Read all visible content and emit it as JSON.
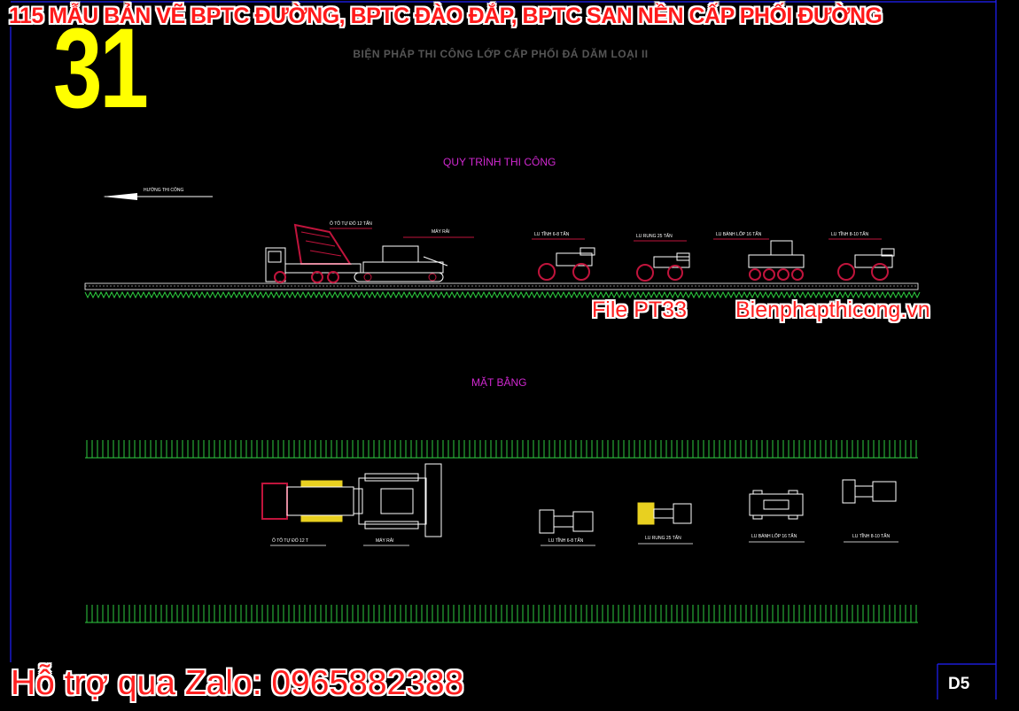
{
  "banner": "115 MẪU BẢN VẼ BPTC ĐƯỜNG, BPTC ĐÀO ĐẮP, BPTC SAN NỀN CẤP PHỐI ĐƯỜNG",
  "sheet_number_big": "31",
  "drawing_title": "BIỆN PHÁP THI CÔNG LỚP CẤP PHỐI ĐÁ DĂM LOẠI II",
  "section_process_title": "QUY TRÌNH THI CÔNG",
  "direction_label": "HƯỚNG THI CÔNG",
  "elevation_labels": {
    "truck": "Ô TÔ TỰ ĐỔ 12 TẤN",
    "paver": "MÁY RẢI",
    "roller1": "LU TĨNH 6-8 TẤN",
    "roller2": "LU RUNG 25 TẤN",
    "roller3": "LU BÁNH LỐP 16 TẤN",
    "roller4": "LU TĨNH 8-10 TẤN"
  },
  "file_ref": "File PT33",
  "website": "Bienphapthicong.vn",
  "section_plan_title": "MẶT BẰNG",
  "plan_labels": {
    "truck": "Ô TÔ TỰ ĐỔ 12 T",
    "paver": "MÁY RẢI",
    "roller1": "LU TĨNH 6-8 TẤN",
    "roller2": "LU RUNG 25 TẤN",
    "roller3": "LU BÁNH LỐP 16 TẤN",
    "roller4": "LU TĨNH 8-10 TẤN"
  },
  "support": "Hỗ trợ qua Zalo: 0965882388",
  "sheet_code": "D5",
  "colors": {
    "background": "#000000",
    "frame": "#2020ff",
    "banner_red": "#ff1a1a",
    "big_number": "#ffff00",
    "section_title": "#d028d0",
    "grass": "#2ecc40",
    "truck_body": "#c0143c",
    "road_white": "#ffffff",
    "roller_yellow": "#e8d020"
  }
}
